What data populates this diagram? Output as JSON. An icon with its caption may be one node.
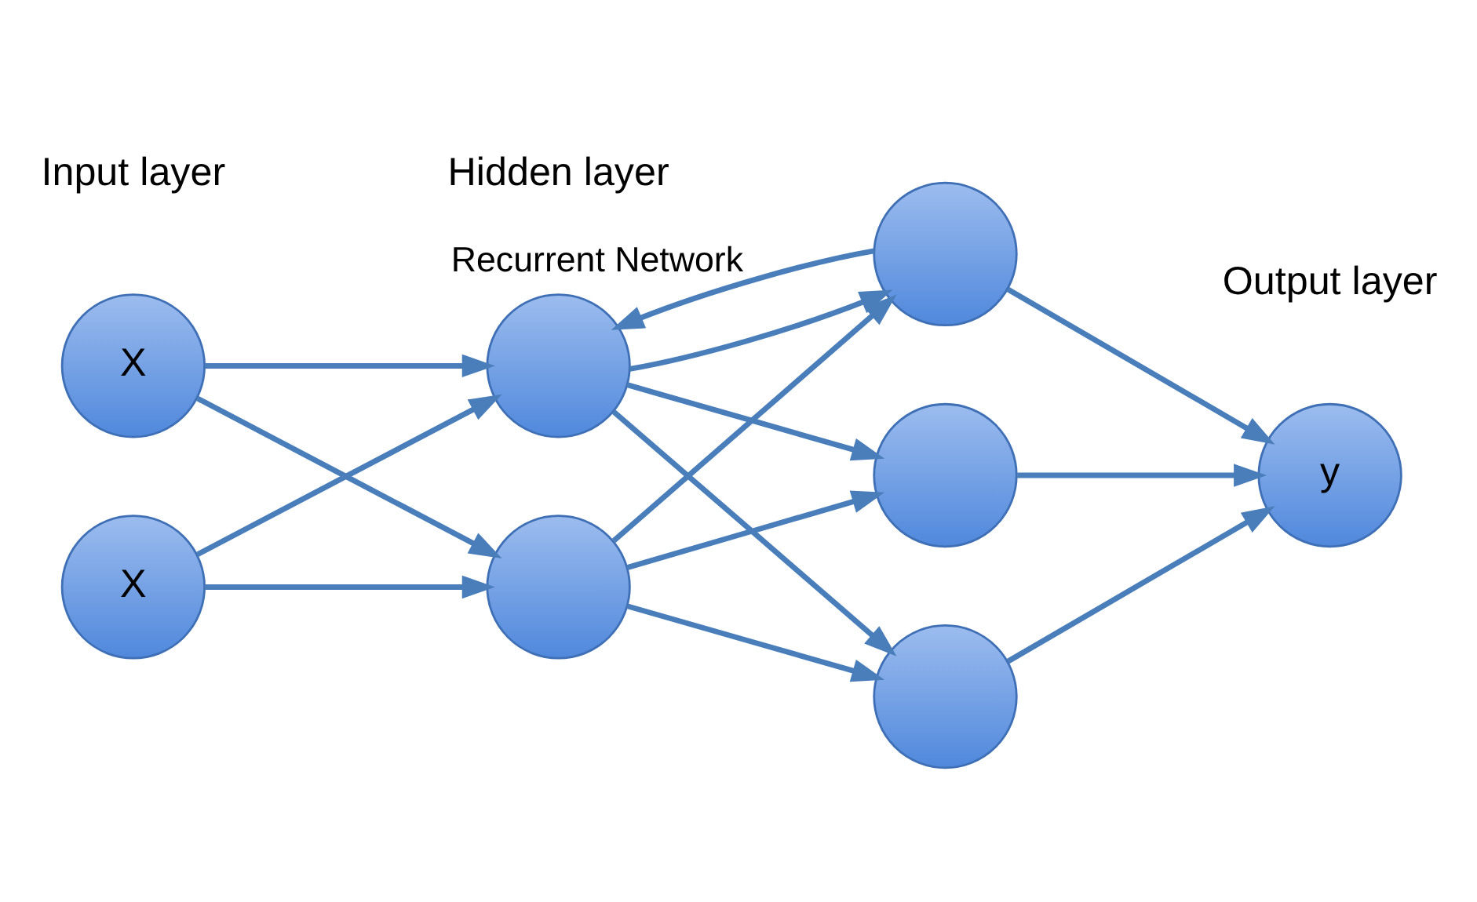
{
  "diagram": {
    "nodes": [
      {
        "text": [
          "X"
        ]
      },
      {
        "text": [
          "X"
        ]
      },
      {
        "text": [],
        "shape": "circle"
      },
      {
        "text": [],
        "shape": "circle"
      },
      {
        "text": [],
        "shape": "circle"
      },
      {
        "text": [],
        "shape": "circle"
      },
      {
        "text": [],
        "shape": "circle"
      },
      {
        "text": [
          "y"
        ]
      }
    ],
    "edges": [
      {
        "from": 0,
        "to": 2,
        "arrow": "to"
      },
      {
        "from": 0,
        "to": 3,
        "arrow": "to"
      },
      {
        "from": 1,
        "to": 2,
        "arrow": "to"
      },
      {
        "from": 1,
        "to": 3,
        "arrow": "to"
      },
      {
        "from": 2,
        "to": 4,
        "arrow": "to"
      },
      {
        "from": 2,
        "to": 5,
        "arrow": "to"
      },
      {
        "from": 2,
        "to": 6,
        "arrow": "to"
      },
      {
        "from": 3,
        "to": 4,
        "arrow": "to"
      },
      {
        "from": 3,
        "to": 5,
        "arrow": "to"
      },
      {
        "from": 3,
        "to": 6,
        "arrow": "to"
      },
      {
        "from": 4,
        "to": 7,
        "arrow": "to"
      },
      {
        "from": 5,
        "to": 7,
        "arrow": "to"
      },
      {
        "from": 6,
        "to": 7,
        "arrow": "to"
      },
      {
        "from": 4,
        "to": 2,
        "arrow": "to",
        "label": "Recurrent Network"
      }
    ],
    "labels": [
      "Output layer",
      "Input layer",
      "Hidden layer"
    ]
  }
}
